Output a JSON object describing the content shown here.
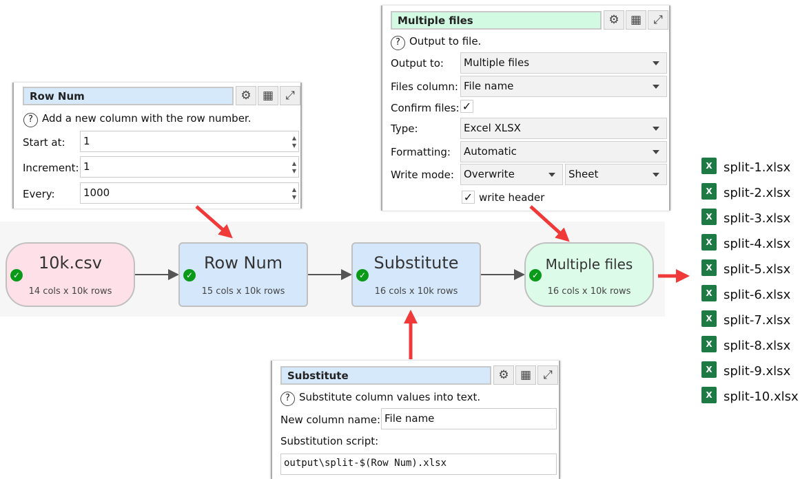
{
  "row_num_panel": {
    "title": "Row Num",
    "help": "Add a new column with the row number.",
    "fields": [
      {
        "label": "Start at:",
        "value": "1"
      },
      {
        "label": "Increment:",
        "value": "1"
      },
      {
        "label": "Every:",
        "value": "1000"
      }
    ]
  },
  "output_panel": {
    "title": "Multiple files",
    "help": "Output to file.",
    "output_to_label": "Output to:",
    "output_to": "Multiple files",
    "files_column_label": "Files column:",
    "files_column": "File name",
    "confirm_files_label": "Confirm files:",
    "confirm_files": true,
    "type_label": "Type:",
    "type": "Excel XLSX",
    "formatting_label": "Formatting:",
    "formatting": "Automatic",
    "write_mode_label": "Write mode:",
    "write_mode": "Overwrite",
    "write_target": "Sheet",
    "write_header_label": "write header",
    "write_header": true
  },
  "substitute_panel": {
    "title": "Substitute",
    "help": "Substitute column values into text.",
    "new_column_label": "New column name:",
    "new_column": "File name",
    "script_label": "Substitution script:",
    "script": "output\\split-$(Row Num).xlsx"
  },
  "nodes": [
    {
      "title": "10k.csv",
      "subtitle": "14 cols x 10k rows",
      "color": "#fde0e8"
    },
    {
      "title": "Row Num",
      "subtitle": "15 cols x 10k rows",
      "color": "#d5e8fb"
    },
    {
      "title": "Substitute",
      "subtitle": "16 cols x 10k rows",
      "color": "#d5e8fb"
    },
    {
      "title": "Multiple files",
      "subtitle": "16 cols x 10k rows",
      "color": "#dcfbe9"
    }
  ],
  "files": [
    "split-1.xlsx",
    "split-2.xlsx",
    "split-3.xlsx",
    "split-4.xlsx",
    "split-5.xlsx",
    "split-6.xlsx",
    "split-7.xlsx",
    "split-8.xlsx",
    "split-9.xlsx",
    "split-10.xlsx"
  ],
  "icons": {
    "help": "question-circle",
    "settings": "gears",
    "table": "table-grid",
    "expand": "expand-arrows",
    "status": "check-circle",
    "file": "excel-file"
  },
  "colors": {
    "arrow": "#f03a3a",
    "ok": "#0a9a1a"
  }
}
